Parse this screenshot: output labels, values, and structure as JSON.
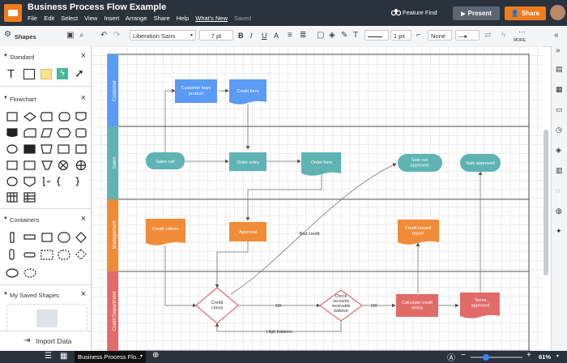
{
  "app": {
    "title": "Business Process Flow Example",
    "menus": [
      "File",
      "Edit",
      "Select",
      "View",
      "Insert",
      "Arrange",
      "Share",
      "Help"
    ],
    "whats_new": "What's New",
    "saved": "Saved",
    "feature_find": "Feature Find",
    "present": "Present",
    "share": "Share"
  },
  "toolbar": {
    "font": "Liberation Sans",
    "font_size": "7 pt",
    "bold": "B",
    "italic": "I",
    "underline": "U",
    "text_a": "A",
    "line_width": "1 px",
    "arrow_start": "None",
    "more": "MORE"
  },
  "left_panel": {
    "title": "Shapes",
    "sections": {
      "standard": "Standard",
      "flowchart": "Flowchart",
      "containers": "Containers",
      "saved": "My Saved Shapes"
    },
    "import": "Import Data"
  },
  "diagram": {
    "lanes": [
      "Customer",
      "Sales",
      "Management",
      "Credit Department"
    ],
    "nodes": {
      "customer_buys": "Customer buys product",
      "credit_form": "Credit form",
      "sales_call": "Sales call",
      "order_entry": "Order entry",
      "order_form": "Order form",
      "sale_not_approved": "Sale not approved",
      "sale_approved": "Sale approved",
      "credit_criteria": "Credit criteria",
      "approval": "Approval",
      "credit_issued": "Credit issued report",
      "credit_check": "Credit check",
      "check_receivable": "Check accounts receivable balance",
      "calc_credit": "Calculate credit terms",
      "terms_approved": "Terms approved"
    },
    "edges": {
      "bad_credit": "Bad credit",
      "ok1": "OK",
      "ok2": "OK",
      "high_balance": "High balance"
    },
    "colors": {
      "blue": "#5b9af5",
      "teal": "#5fb3b3",
      "orange": "#f08c38",
      "red": "#e06b68"
    }
  },
  "bottom": {
    "page_tab": "Business Process Flo...",
    "zoom": "61%"
  }
}
